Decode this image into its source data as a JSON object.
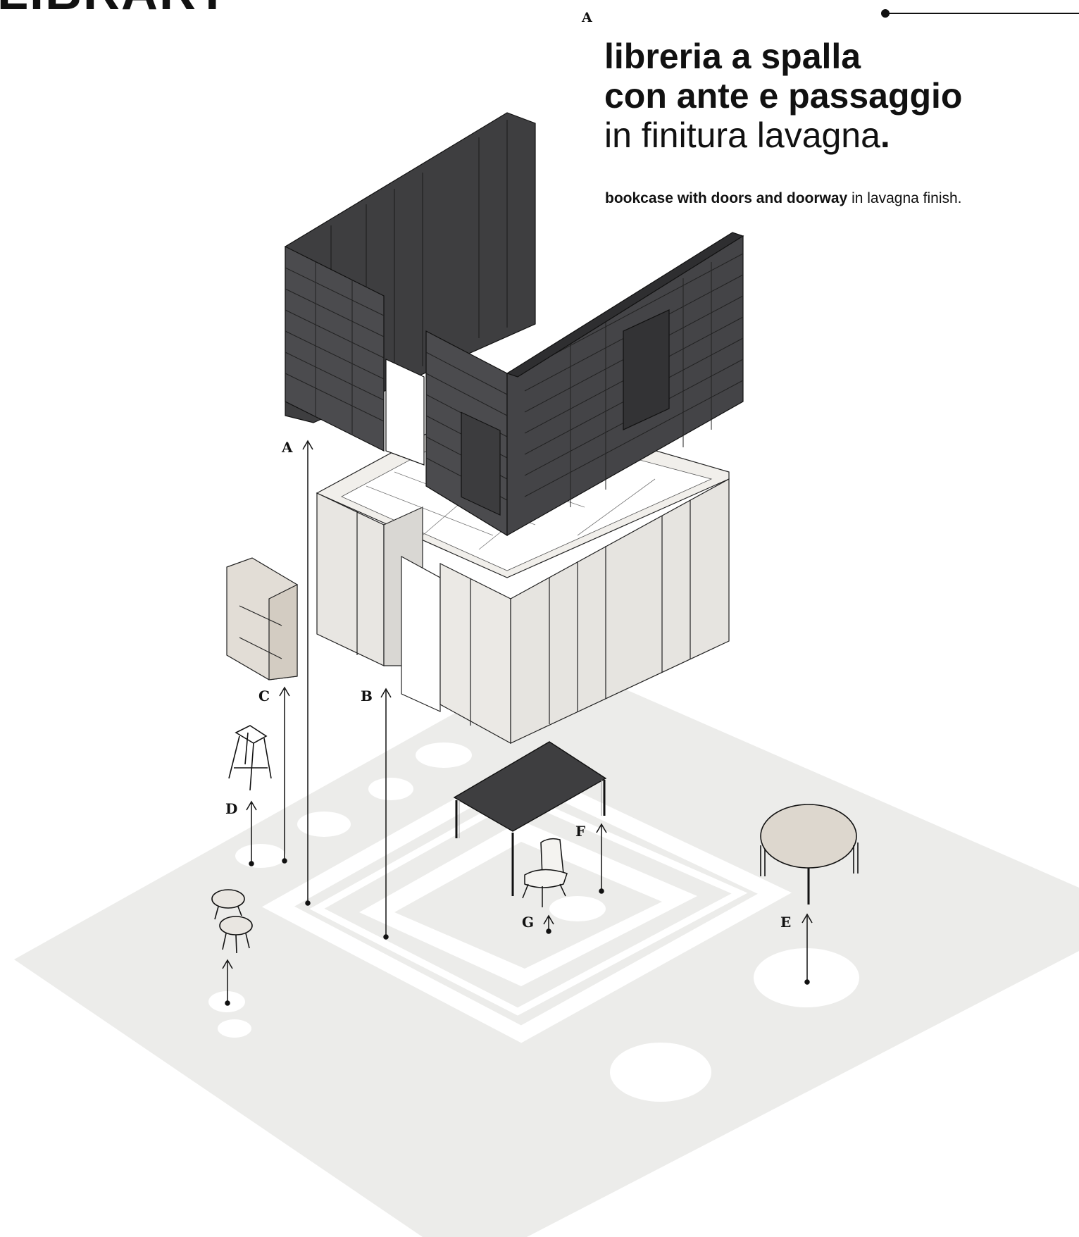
{
  "header": {
    "title": "LIBRARY",
    "ref_letter": "A",
    "line1": "libreria a spalla",
    "line2": "con ante e passaggio",
    "line3_regular": "in finitura lavagna",
    "line3_dot": ".",
    "sub_bold": "bookcase with doors and doorway",
    "sub_regular": "in lavagna finish."
  },
  "labels": {
    "a": "A",
    "b": "B",
    "c": "C",
    "d": "D",
    "e": "E",
    "f": "F",
    "g": "G"
  },
  "colors": {
    "floor": "#ececea",
    "dark_finish": "#4a4a4c",
    "light_finish": "#ebe9e5",
    "ink": "#111111"
  }
}
